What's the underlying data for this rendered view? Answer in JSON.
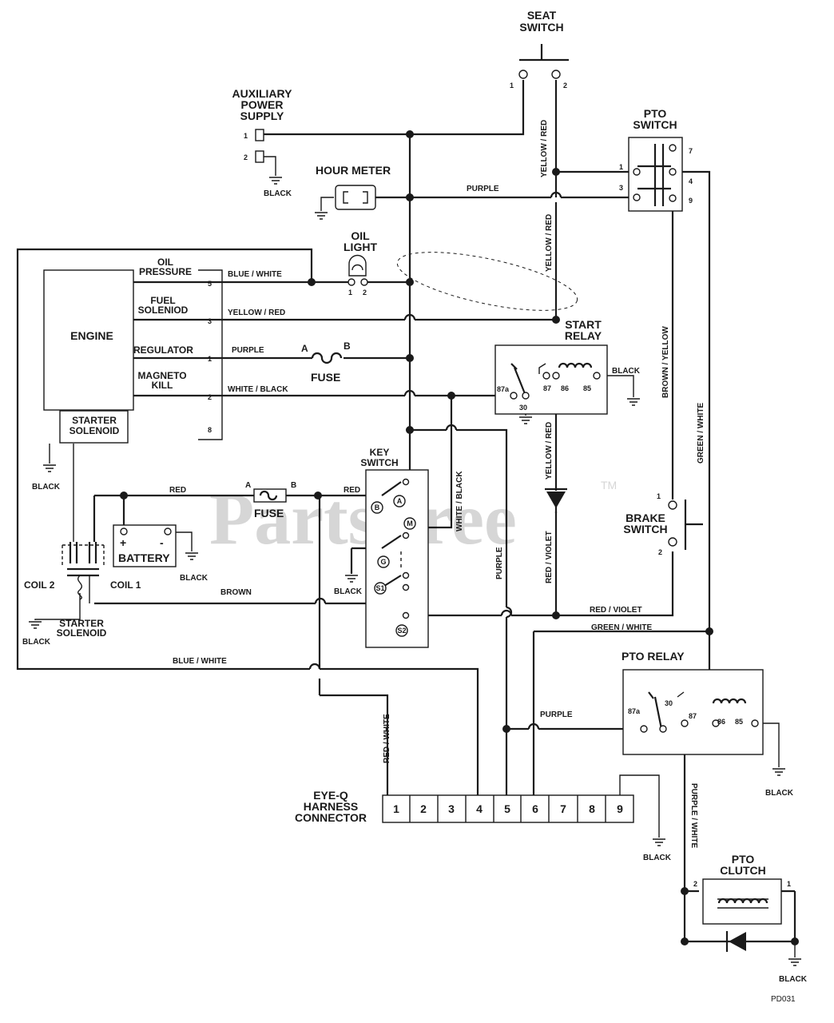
{
  "components": {
    "seat_switch": "SEAT\nSWITCH",
    "aux_power": "AUXILIARY\nPOWER\nSUPPLY",
    "hour_meter": "HOUR METER",
    "pto_switch": "PTO\nSWITCH",
    "oil_light": "OIL\nLIGHT",
    "engine": "ENGINE",
    "start_relay": "START\nRELAY",
    "fuse_top": "FUSE",
    "starter_solenoid_box": "STARTER\nSOLENOID",
    "key_switch": "KEY\nSWITCH",
    "fuse_mid": "FUSE",
    "battery": "BATTERY",
    "brake_switch": "BRAKE\nSWITCH",
    "coil2": "COIL 2",
    "coil1": "COIL 1",
    "starter_solenoid": "STARTER\nSOLENOID",
    "pto_relay": "PTO RELAY",
    "eyeq": "EYE-Q\nHARNESS\nCONNECTOR",
    "pto_clutch": "PTO\nCLUTCH"
  },
  "engine_terminals": {
    "oil_pressure": "OIL\nPRESSURE",
    "fuel_solenoid": "FUEL\nSOLENIOD",
    "regulator": "REGULATOR",
    "magneto_kill": "MAGNETO\nKILL",
    "pins": [
      "5",
      "3",
      "1",
      "2",
      "8"
    ]
  },
  "wires": {
    "blue_white": "BLUE / WHITE",
    "yellow_red": "YELLOW / RED",
    "purple": "PURPLE",
    "white_black": "WHITE / BLACK",
    "red": "RED",
    "brown": "BROWN",
    "red_violet": "RED / VIOLET",
    "green_white": "GREEN / WHITE",
    "brown_yellow": "BROWN / YELLOW",
    "red_white": "RED / WHITE",
    "purple_white": "PURPLE / WHITE",
    "black": "BLACK"
  },
  "pins": {
    "seat": [
      "1",
      "2"
    ],
    "aux": [
      "1",
      "2"
    ],
    "pto_switch": [
      "1",
      "3",
      "7",
      "4",
      "9"
    ],
    "oil_light": [
      "1",
      "2"
    ],
    "start_relay": [
      "87a",
      "30",
      "87",
      "86",
      "85"
    ],
    "fuse_ab": [
      "A",
      "B"
    ],
    "key": [
      "B",
      "A",
      "M",
      "G",
      "S1",
      "S2"
    ],
    "battery": [
      "+",
      "-"
    ],
    "brake": [
      "1",
      "2"
    ],
    "pto_relay": [
      "87a",
      "30",
      "87",
      "86",
      "85"
    ],
    "eyeq": [
      "1",
      "2",
      "3",
      "4",
      "5",
      "6",
      "7",
      "8",
      "9"
    ],
    "pto_clutch": [
      "2",
      "1"
    ]
  },
  "watermark": "PartsTree",
  "trademark": "TM",
  "figure_id": "PD031"
}
